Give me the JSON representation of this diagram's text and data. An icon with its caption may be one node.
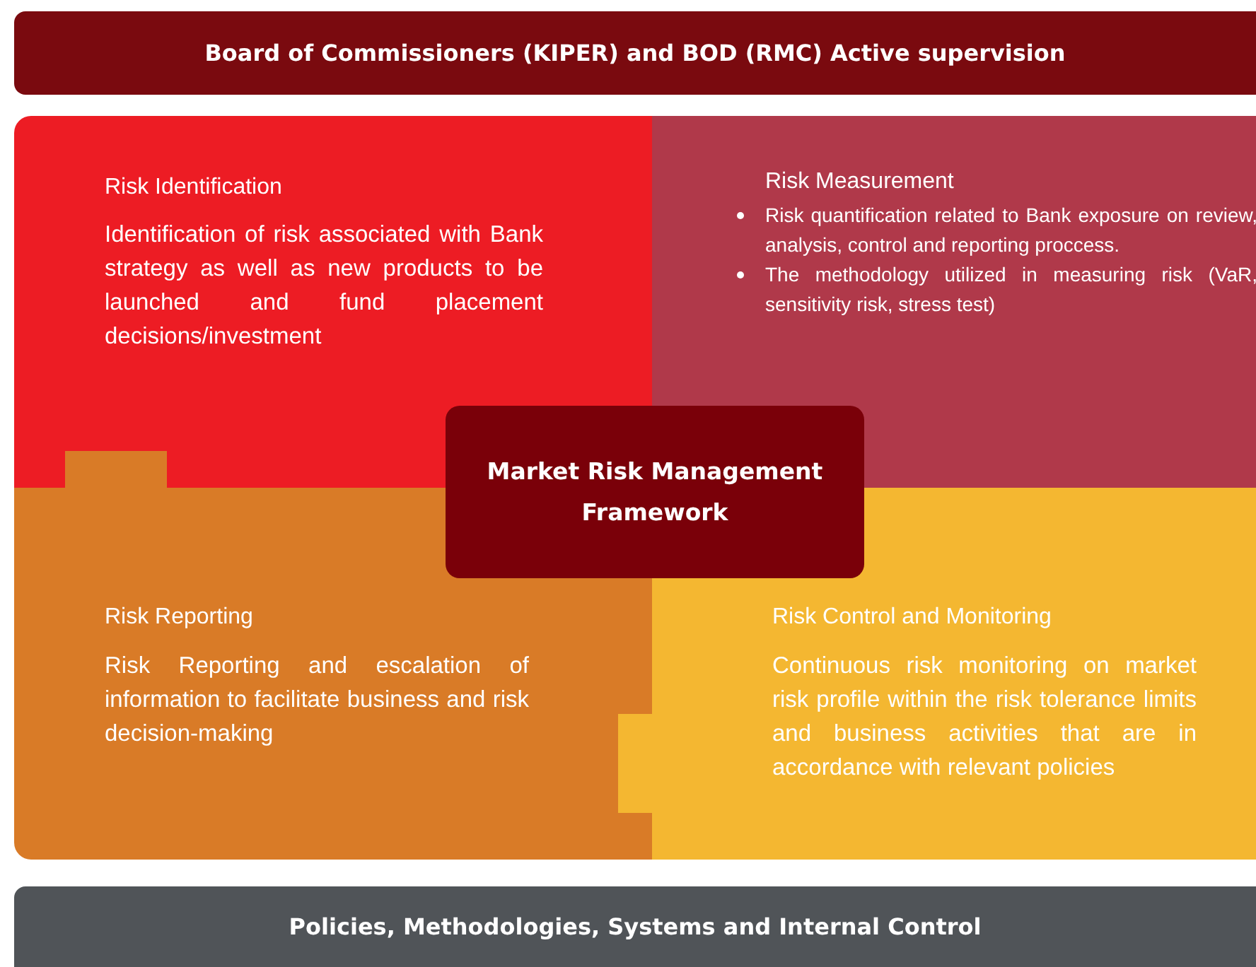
{
  "diagram": {
    "nodes": [
      {
        "text": [
          "Board of Commissioners (KIPER) and BOD (RMC) Active supervision"
        ]
      },
      {
        "text": [
          "Risk Identification",
          "Identification of risk associated with Bank strategy as well as new products to be launched and fund placement decisions/investment"
        ]
      },
      {
        "text": [
          "Risk Measurement",
          "Risk quantification related to Bank exposure on review, analysis, control and reporting proccess.",
          "The methodology utilized in measuring risk (VaR, sensitivity risk, stress test)"
        ]
      },
      {
        "text": [
          "Market Risk Management Framework"
        ]
      },
      {
        "text": [
          "Risk Reporting",
          "Risk Reporting and escalation of information to facilitate business and risk decision-making"
        ]
      },
      {
        "text": [
          "Risk Control and Monitoring",
          "Continuous risk monitoring on market risk profile within the risk tolerance limits and business activities that are in accordance with relevant policies"
        ]
      },
      {
        "text": [
          "Policies, Methodologies, Systems and Internal Control"
        ]
      }
    ],
    "edges": []
  }
}
